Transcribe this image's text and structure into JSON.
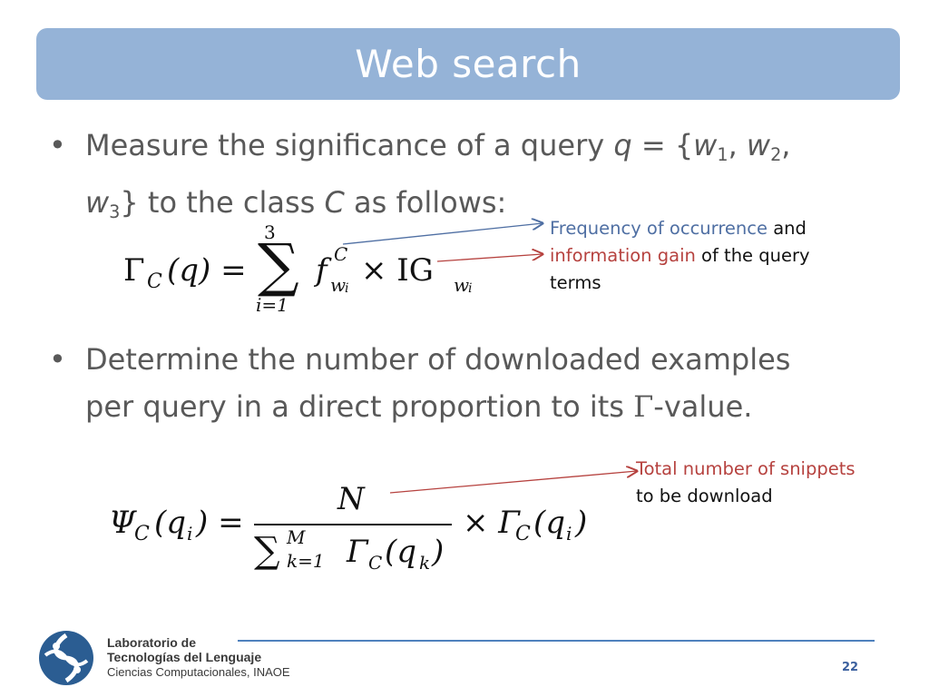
{
  "title": "Web search",
  "bullets": [
    {
      "marker": "•",
      "line1_a": "Measure the significance of a query ",
      "q": "q",
      "eq": " = {",
      "w": "w",
      "s1": "1",
      "comma1": ", ",
      "s2": "2",
      "comma2": ",",
      "s3": "3",
      "line2_b": "} to the class ",
      "C": "C",
      "line2_c": " as follows:"
    },
    {
      "marker": "•",
      "line1": "Determine the number of downloaded examples",
      "line2_a": "per query in a direct proportion to its ",
      "gamma": "Γ",
      "line2_b": "-value."
    }
  ],
  "annotations": {
    "a1_blue": "Frequency of occurrence",
    "a1_and": " and",
    "a1_red": "information gain",
    "a1_rest": " of the query",
    "a1_line3": "terms",
    "a2_red": "Total number of snippets",
    "a2_line2": "to be download"
  },
  "formula1": {
    "gamma": "Γ",
    "sub_c": "C",
    "arg": "(q) =",
    "sum": "∑",
    "upper": "3",
    "lower": "i=1",
    "f": "f",
    "f_sup": "C",
    "f_sub": "w",
    "f_subsub": "i",
    "times": "× IG",
    "ig_sub": "w",
    "ig_subsub": "i"
  },
  "formula2": {
    "psi": "Ψ",
    "sub_c": "C",
    "arg": "(q",
    "arg_sub": "i",
    "arg_end": ") =",
    "numerator": "N",
    "sum": "∑",
    "upper": "M",
    "lower": "k=1",
    "den_gamma": "Γ",
    "den_sub": "C",
    "den_arg": "(q",
    "den_arg_sub": "k",
    "den_arg_end": ")",
    "times": "× Γ",
    "r_sub": "C",
    "r_arg": "(q",
    "r_arg_sub": "i",
    "r_arg_end": ")"
  },
  "footer": {
    "line1": "Laboratorio de",
    "line2": "Tecnologías del Lenguaje",
    "line3": "Ciencias Computacionales, INAOE",
    "page": "22"
  },
  "colors": {
    "title_bar": "#95b3d7",
    "body_text": "#595959",
    "blue": "#4f6fa3",
    "red": "#b6423f",
    "footer_line": "#4f81bd"
  }
}
